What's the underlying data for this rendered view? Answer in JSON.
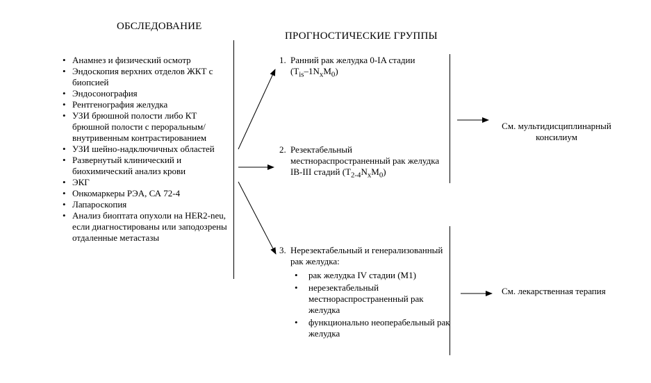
{
  "exam": {
    "title": "ОБСЛЕДОВАНИЕ",
    "items": [
      "Анамнез и физический осмотр",
      "Эндоскопия верхних отделов ЖКТ с биопсией",
      "Эндосонография",
      "Рентгенография желудка",
      "УЗИ брюшной полости либо КТ брюшной полости с пероральным/внутривенным контрастированием",
      "УЗИ шейно-надключичных областей",
      "Развернутый клинический и биохимический анализ крови",
      "ЭКГ",
      "Онкомаркеры РЭА, СА 72-4",
      "Лапароскопия",
      "Анализ биоптата опухоли на HER2-neu, если диагностированы или заподозрены отдаленные метастазы"
    ]
  },
  "groups": {
    "title": "ПРОГНОСТИЧЕСКИЕ ГРУППЫ",
    "g1": {
      "num": "1.",
      "line1": "Ранний рак желудка 0-IA стадии",
      "stage": {
        "p1": "(T",
        "s1": "is",
        "p2": "–1N",
        "s2": "x",
        "p3": "M",
        "s3": "0",
        "p4": ")"
      }
    },
    "g2": {
      "num": "2.",
      "text": "Резектабельный местнораспространенный рак желудка IB-III стадий (",
      "stage": {
        "p1": "T",
        "s1": "2-4",
        "p2": "N",
        "s2": "x",
        "p3": "M",
        "s3": "0",
        "p4": ")"
      }
    },
    "g3": {
      "num": "3.",
      "text": "Нерезектабельный и генерализованный рак желудка:",
      "items": [
        "рак желудка IV стадии (M1)",
        "нерезектабельный местнораспространенный рак желудка",
        "функционально неоперабельный рак желудка"
      ]
    }
  },
  "outcomes": {
    "top": "См. мультидисциплинарный консилиум",
    "bottom": "См. лекарственная терапия"
  }
}
